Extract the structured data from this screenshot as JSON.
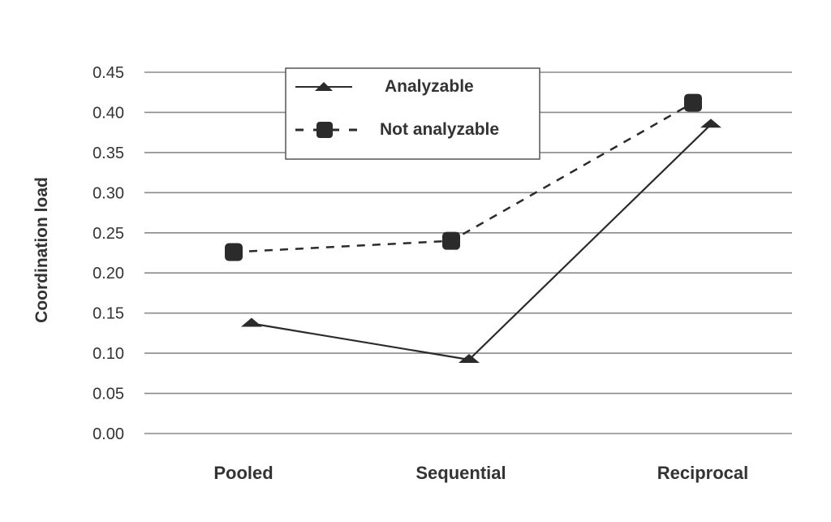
{
  "chart_data": {
    "type": "line",
    "title": "",
    "xlabel": "",
    "ylabel": "Coordination load",
    "categories": [
      "Pooled",
      "Sequential",
      "Reciprocal"
    ],
    "ylim": [
      0,
      0.45
    ],
    "yticks": [
      "0.00",
      "0.05",
      "0.10",
      "0.15",
      "0.20",
      "0.25",
      "0.30",
      "0.35",
      "0.40",
      "0.45"
    ],
    "grid": true,
    "legend_position": "top-center",
    "series": [
      {
        "name": "Analyzable",
        "values": [
          0.137,
          0.092,
          0.385
        ],
        "line_style": "solid",
        "marker": "triangle",
        "color": "#2b2b2b"
      },
      {
        "name": "Not analyzable",
        "values": [
          0.226,
          0.24,
          0.412
        ],
        "line_style": "dashed",
        "marker": "square",
        "color": "#2b2b2b"
      }
    ],
    "colors": {
      "grid": "#8a8a8a",
      "text": "#333333"
    }
  }
}
